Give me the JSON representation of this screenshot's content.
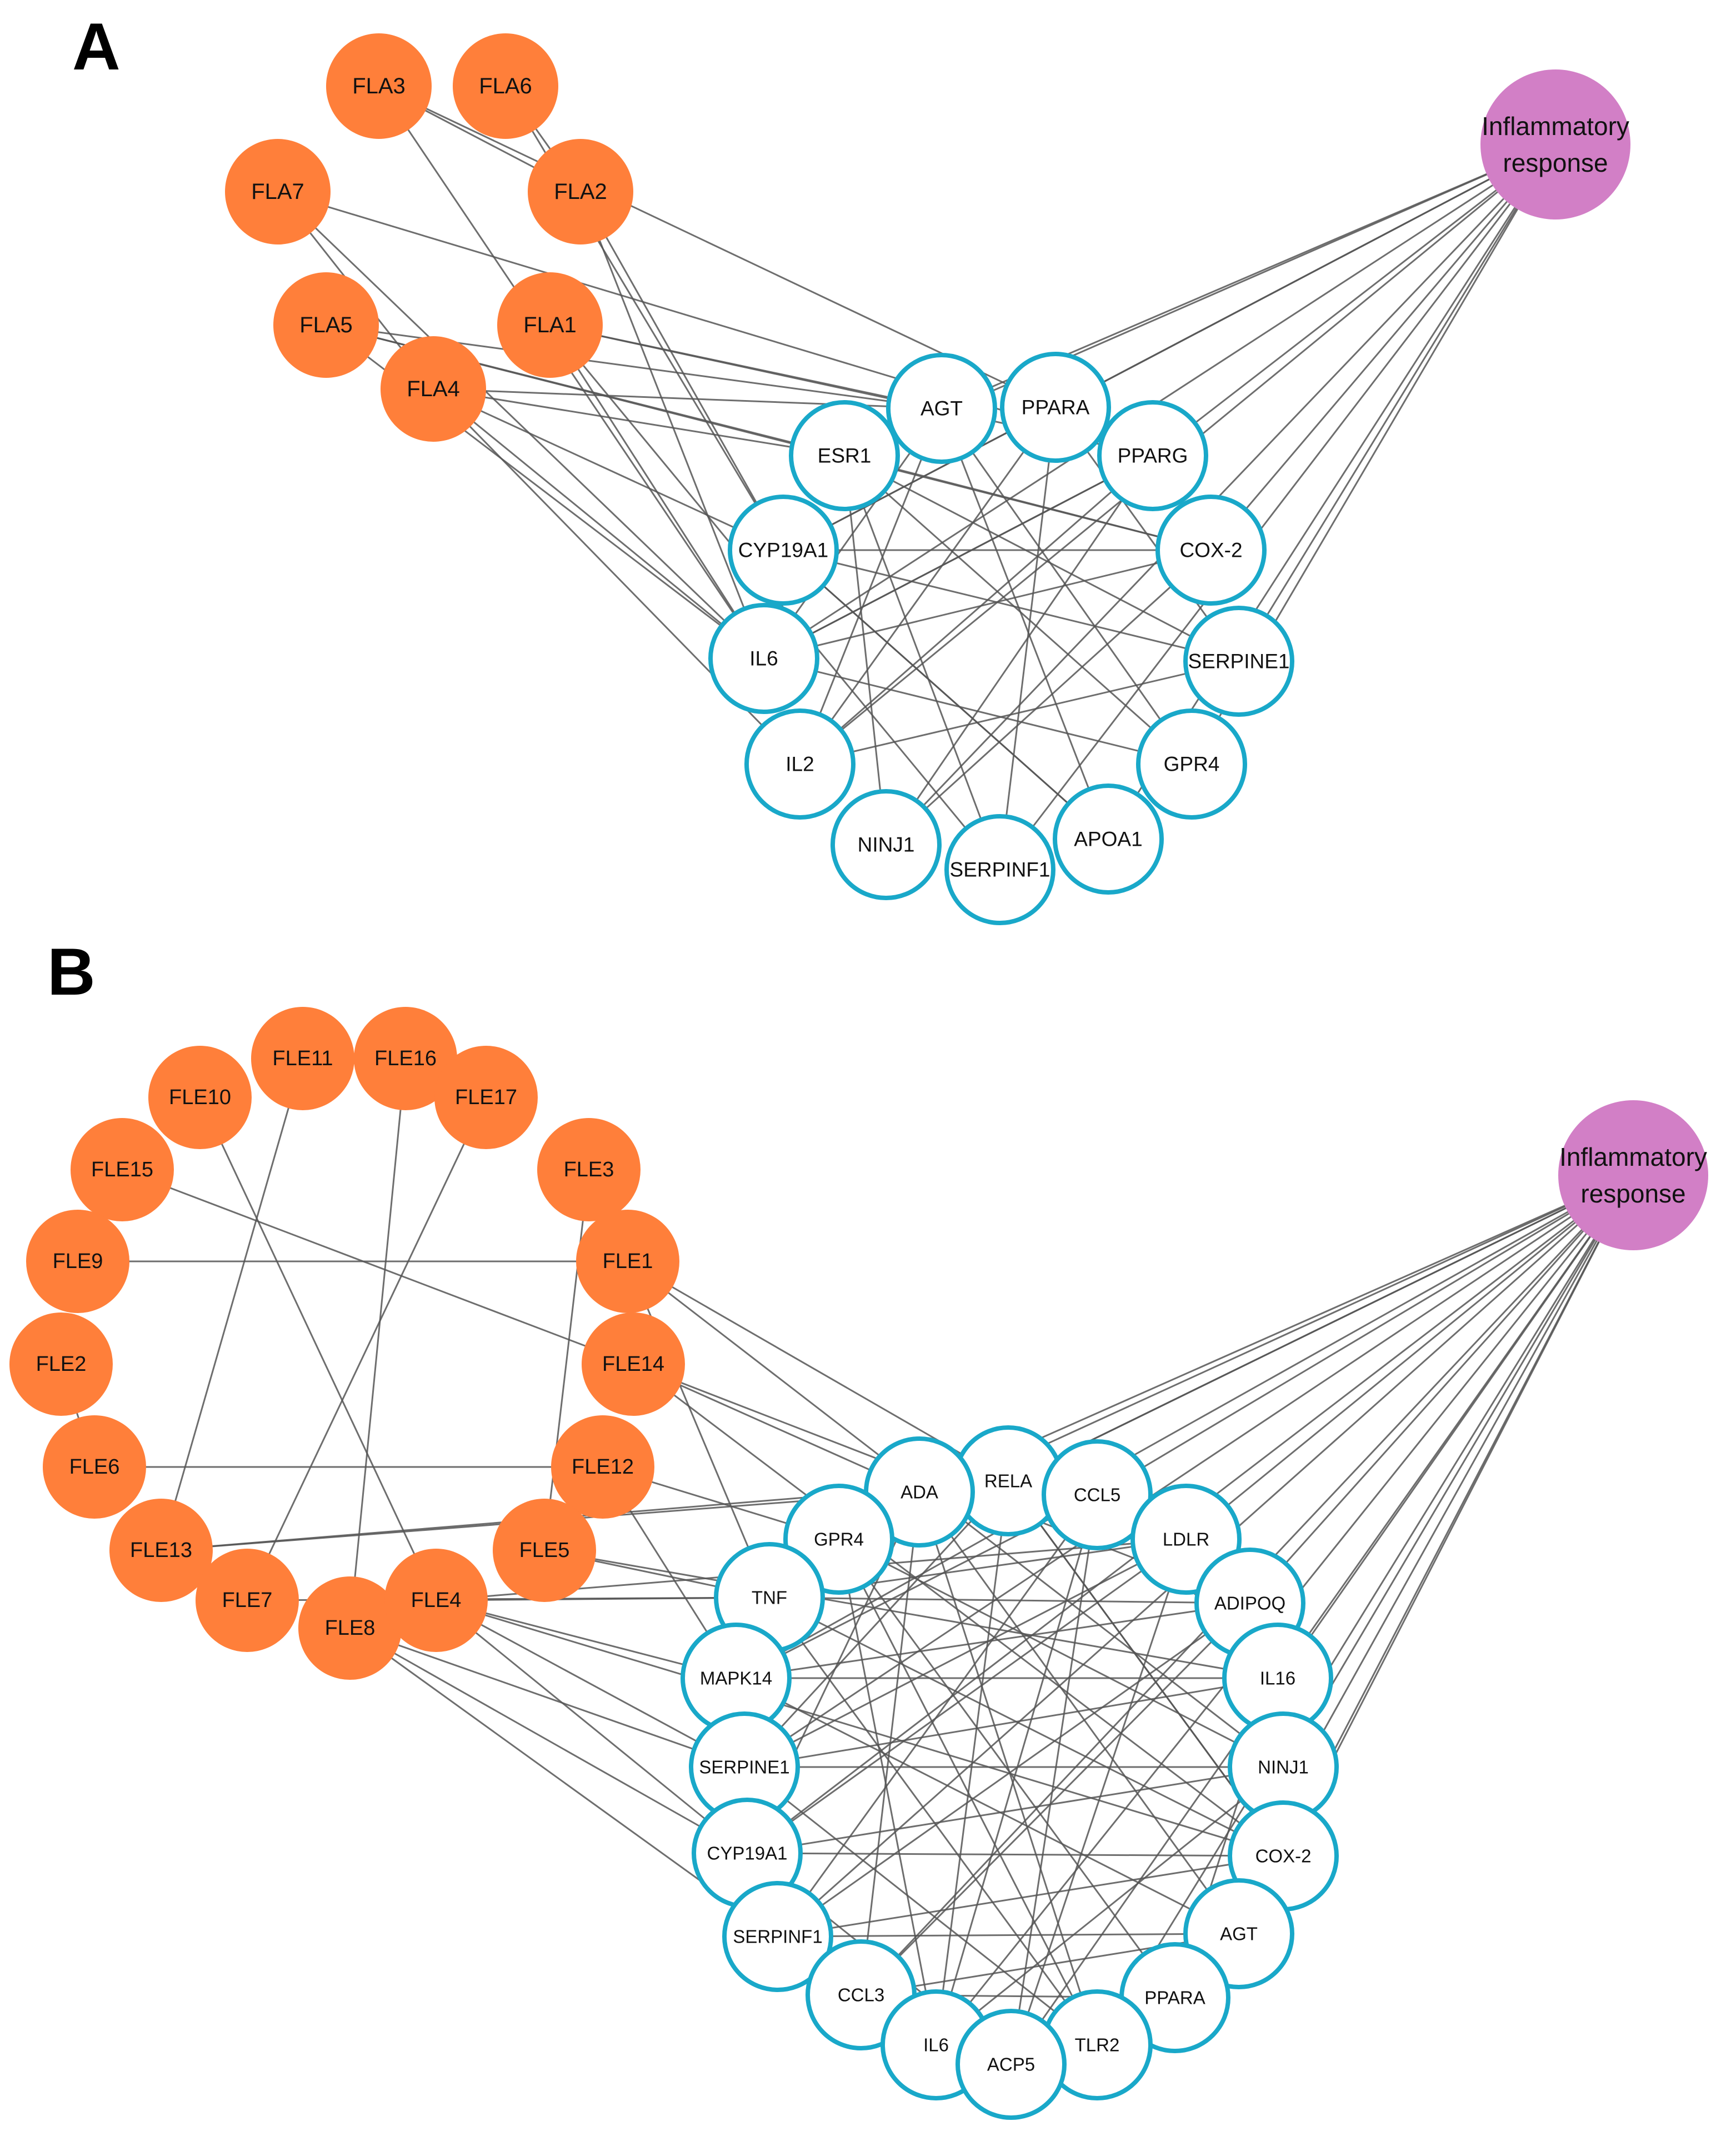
{
  "panels": [
    {
      "label": "A",
      "colors": {
        "ligand": "#FF7F3A",
        "target_stroke": "#19A8C9",
        "target_fill": "#FFFFFF",
        "pathway": "#D27FC6",
        "edge": "#555555"
      },
      "ligands": [
        "FLA3",
        "FLA6",
        "FLA7",
        "FLA2",
        "FLA5",
        "FLA1",
        "FLA4"
      ],
      "targets": [
        "AGT",
        "PPARA",
        "ESR1",
        "PPARG",
        "CYP19A1",
        "COX-2",
        "IL6",
        "SERPINE1",
        "IL2",
        "GPR4",
        "NINJ1",
        "APOA1",
        "SERPINF1"
      ],
      "pathway": [
        "Inflammatory",
        "response"
      ]
    },
    {
      "label": "B",
      "colors": {
        "ligand": "#FF7F3A",
        "target_stroke": "#19A8C9",
        "target_fill": "#FFFFFF",
        "pathway": "#D27FC6",
        "edge": "#555555"
      },
      "ligands": [
        "FLE11",
        "FLE16",
        "FLE10",
        "FLE17",
        "FLE15",
        "FLE3",
        "FLE9",
        "FLE1",
        "FLE2",
        "FLE14",
        "FLE6",
        "FLE12",
        "FLE13",
        "FLE5",
        "FLE7",
        "FLE8",
        "FLE4"
      ],
      "targets": [
        "RELA",
        "ADA",
        "CCL5",
        "GPR4",
        "LDLR",
        "TNF",
        "ADIPOQ",
        "MAPK14",
        "IL16",
        "SERPINE1",
        "NINJ1",
        "CYP19A1",
        "COX-2",
        "SERPINF1",
        "AGT",
        "CCL3",
        "PPARA",
        "IL6",
        "TLR2",
        "ACP5"
      ],
      "pathway": [
        "Inflammatory",
        "response"
      ]
    }
  ]
}
